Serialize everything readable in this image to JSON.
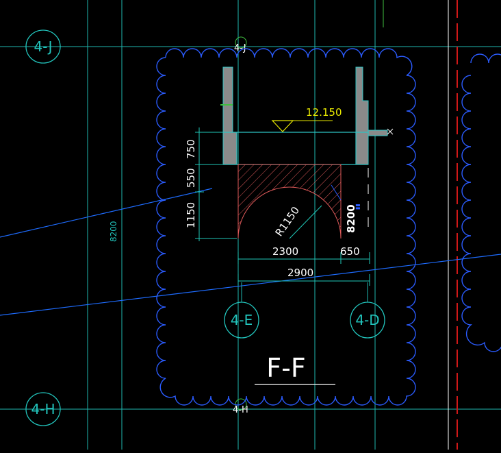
{
  "axes": {
    "top_row": "4-J",
    "bottom_row": "4-H",
    "col_left": "4-E",
    "col_right": "4-D"
  },
  "section": {
    "title": "F-F",
    "elevation": "12.150",
    "radius": "R1150",
    "height": "8200",
    "side_height": "8200",
    "dims_vertical": [
      "750",
      "550",
      "1150"
    ],
    "dims_horizontal": [
      "2300",
      "650"
    ],
    "dims_total": "2900"
  },
  "colors": {
    "background": "#000000",
    "grid": "#1fb8b0",
    "revision_cloud": "#2b5cff",
    "hatch": "#e05a5a",
    "elevation": "#e8e800",
    "red_dash": "#d01818"
  }
}
